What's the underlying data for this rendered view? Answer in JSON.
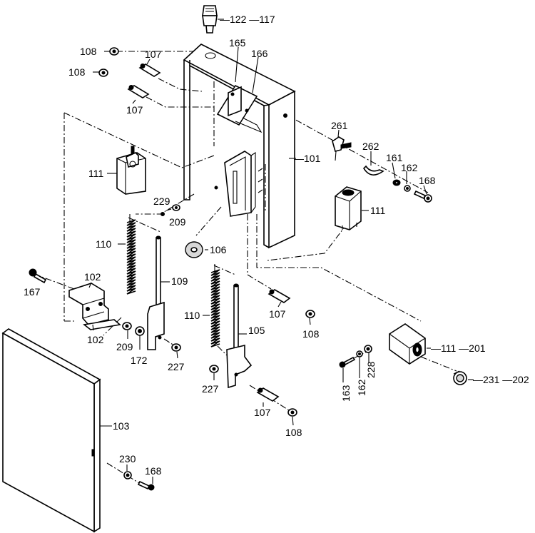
{
  "labels": {
    "p122_117": "—122 —117",
    "p165": "165",
    "p166": "166",
    "p108_a": "108",
    "p108_b": "108",
    "p107_a": "107",
    "p107_b": "107",
    "p261": "261",
    "p262": "262",
    "p161": "161",
    "p162_a": "162",
    "p168_a": "168",
    "p101": "—101",
    "p111_a": "111",
    "p111_b": "111",
    "p229": "229",
    "p209_a": "209",
    "p110_a": "110",
    "p106": "106",
    "p109": "109",
    "p102_a": "102",
    "p102_b": "102",
    "p167": "167",
    "p209_b": "209",
    "p172": "172",
    "p227_a": "227",
    "p107_c": "107",
    "p108_c": "108",
    "p110_b": "110",
    "p105": "105",
    "p111_201": "—111 —201",
    "p163": "163",
    "p162_b": "162",
    "p228": "228",
    "p231_202": "—231 —202",
    "p227_b": "227",
    "p107_d": "107",
    "p108_d": "108",
    "p103": "103",
    "p230": "230",
    "p168_b": "168"
  }
}
